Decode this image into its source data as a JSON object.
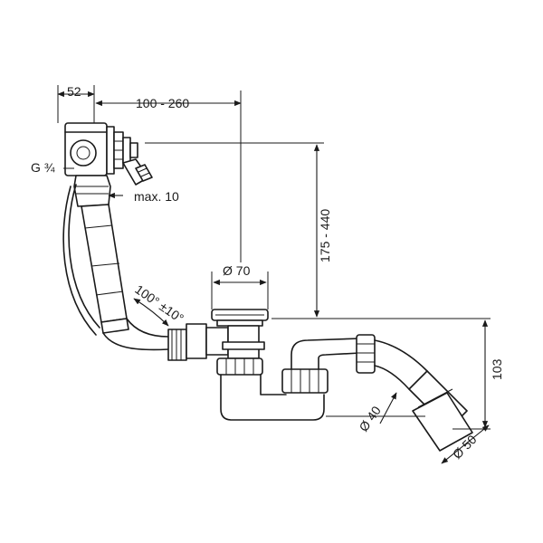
{
  "dimensions": {
    "width_52": "52",
    "reach_100_260": "100 - 260",
    "thread_g34": "G ¾",
    "max_10": "max. 10",
    "height_175_440": "175 - 440",
    "angle_100": "100° ±10°",
    "dia_70": "Ø 70",
    "height_103": "103",
    "dia_40": "Ø 40",
    "dia_50": "Ø 50"
  },
  "colors": {
    "line": "#1a1a1a",
    "background": "#ffffff"
  }
}
